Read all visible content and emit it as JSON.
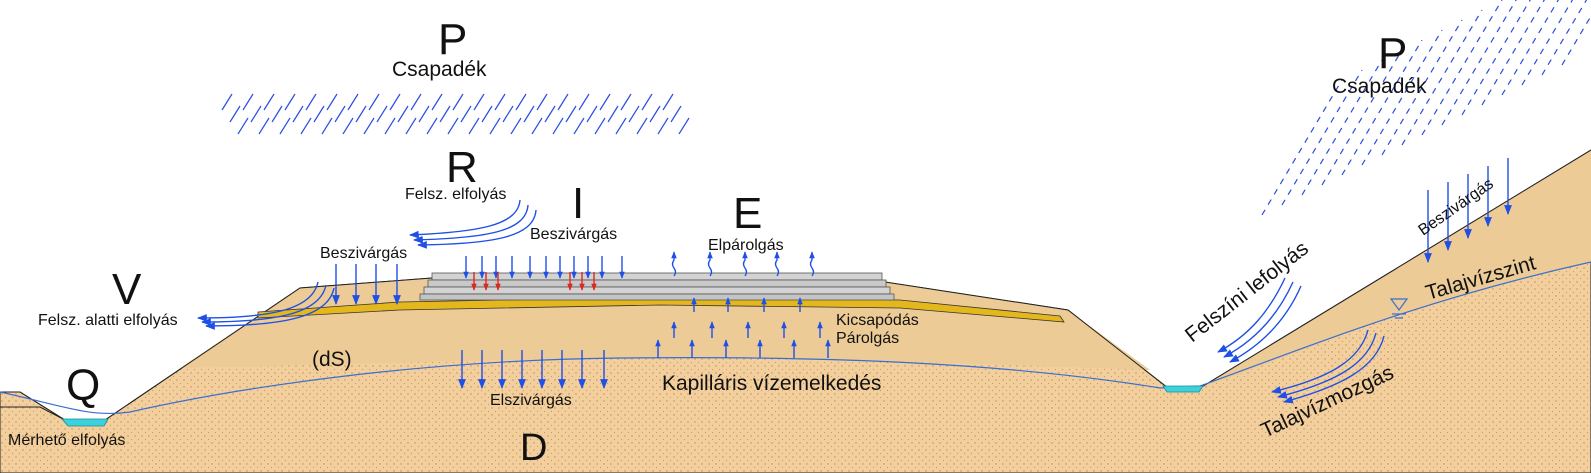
{
  "labels": {
    "p_left_symbol": "P",
    "p_left_text": "Csapadék",
    "p_right_symbol": "P",
    "p_right_text": "Csapadék",
    "r_symbol": "R",
    "r_text": "Felsz. elfolyás",
    "i_symbol": "I",
    "i_text": "Beszivárgás",
    "e_symbol": "E",
    "e_text": "Elpárolgás",
    "v_symbol": "V",
    "v_text": "Felsz. alatti elfolyás",
    "infiltration_left": "Beszivárgás",
    "infiltration_right": "Beszivárgás",
    "ds": "(dS)",
    "condensation": "Kicsapódás",
    "evaporation2": "Párolgás",
    "capillary": "Kapilláris vízemelkedés",
    "percolation": "Elszivárgás",
    "d_symbol": "D",
    "q_symbol": "Q",
    "q_text": "Mérhető elfolyás",
    "surface_runoff": "Felszíni lefolyás",
    "groundwater_level": "Talajvízszint",
    "groundwater_flow": "Talajvízmozgás"
  },
  "colors": {
    "soil": "#f3cf9d",
    "soil_dotted": "#efc48e",
    "embankment_fill": "#eccb96",
    "filter_layer": "#e4b81c",
    "pavement": "#cfcfcf",
    "water": "#3cd2dc",
    "arrow_blue": "#1e4fe6",
    "arrow_red": "#e0261f",
    "rain": "#2a4ee0",
    "water_table_line": "#3a6ed0"
  }
}
